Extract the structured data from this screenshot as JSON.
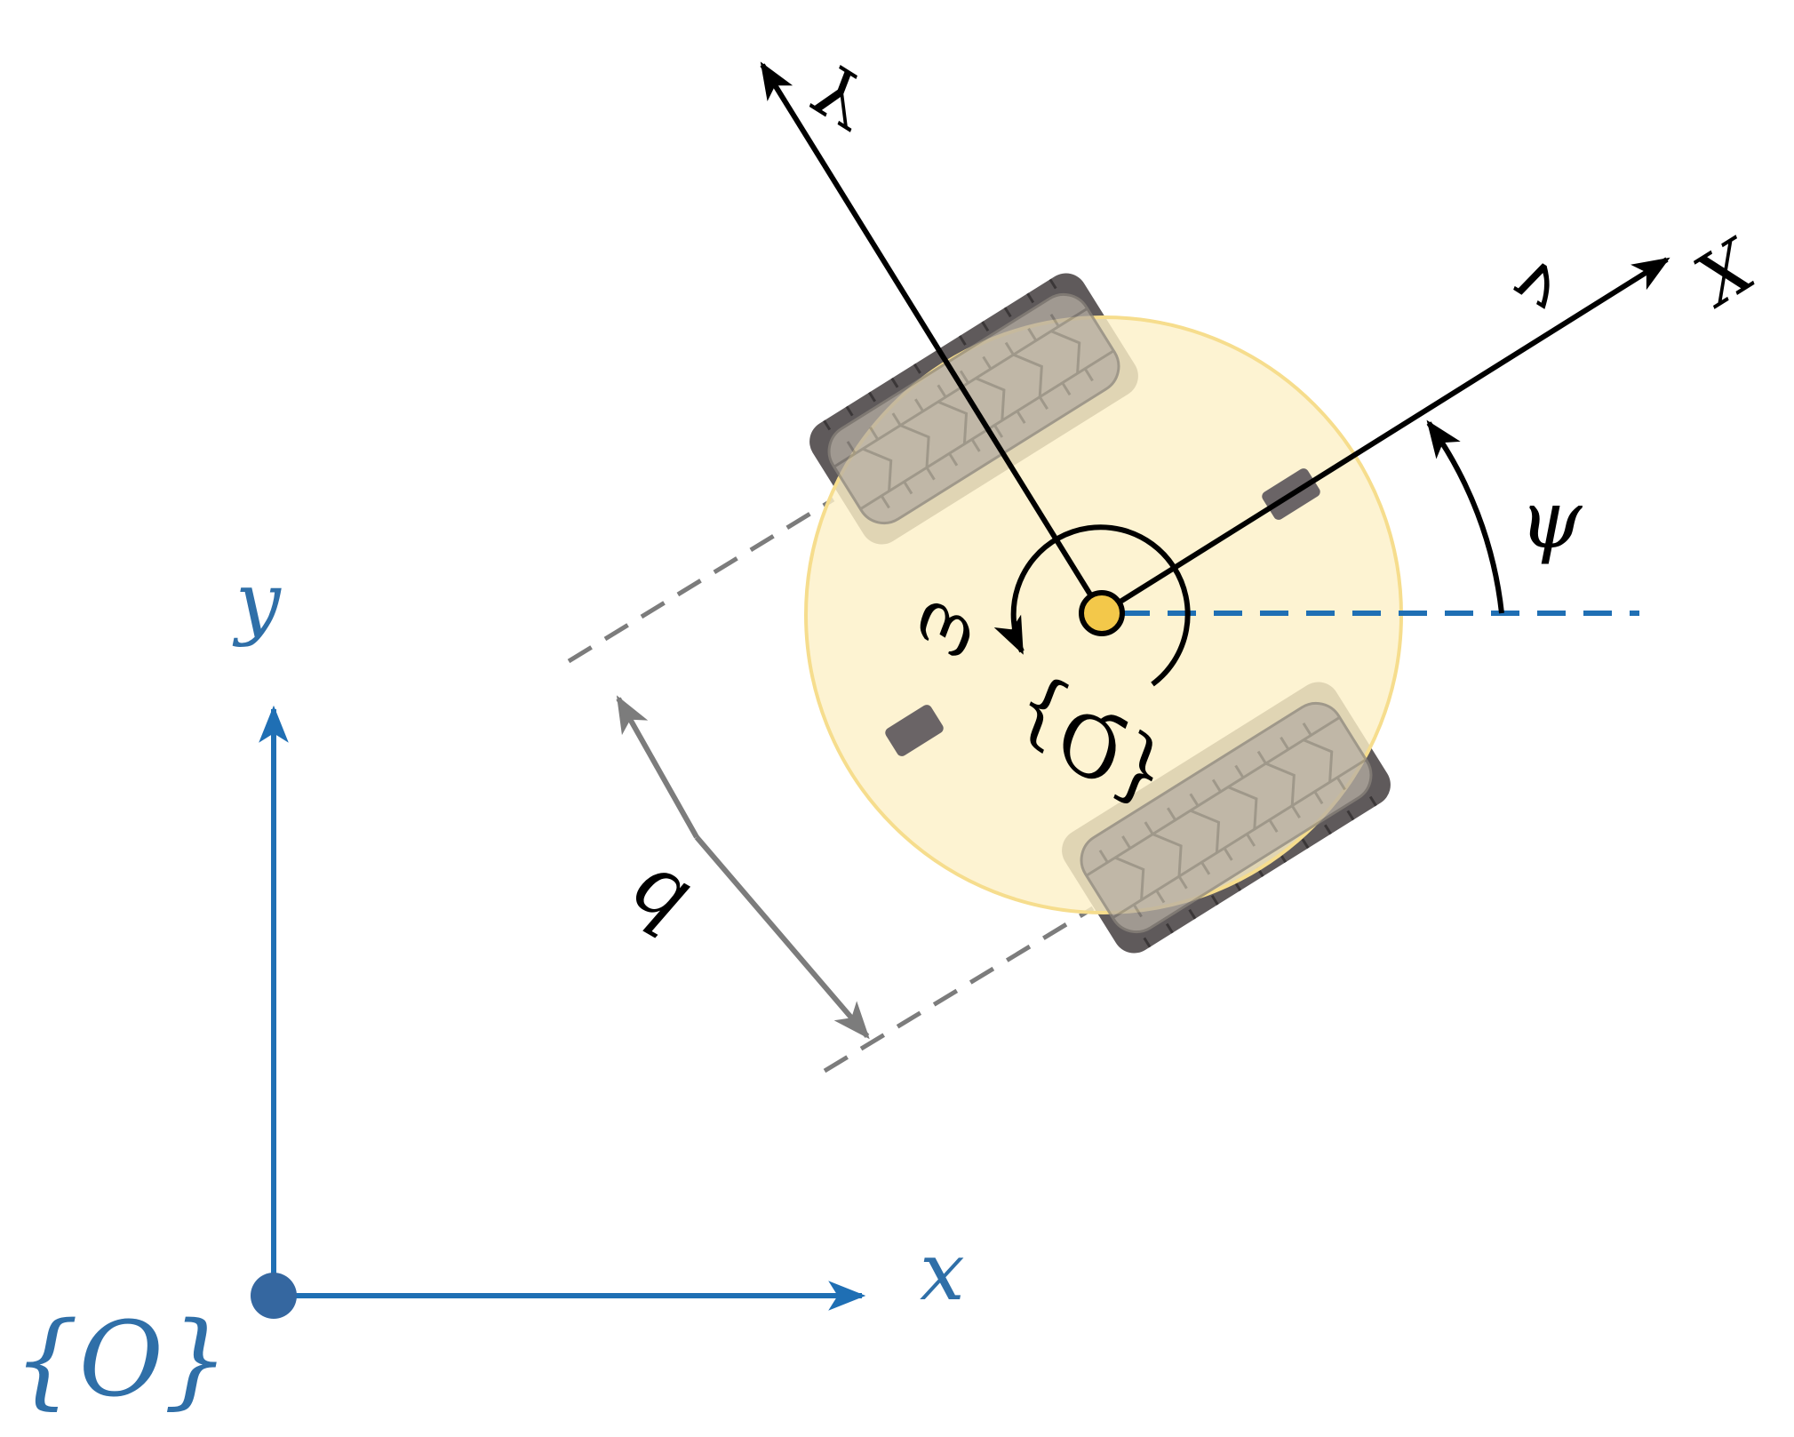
{
  "colors": {
    "world_frame": "#1f6fb4",
    "world_label": "#2f6fa8",
    "origin_dot": "#3567a0",
    "robot_disc_fill": "#fdf0c8",
    "robot_disc_stroke": "#f6dd8d",
    "wheel_outer": "#5f5a5b",
    "wheel_tread": "#b6aea3",
    "dimension": "#7c7c7c",
    "body_frame": "#000000",
    "heading_ref": "#1f6fb4",
    "center_dot": "#f3c84a"
  },
  "icons": {
    "wheel": "tire-icon",
    "caster": "caster-pad-icon"
  },
  "labels": {
    "world_x": "x",
    "world_y": "y",
    "world_origin": "{O}",
    "body_X": "X",
    "body_Y": "Y",
    "body_origin": "{Q}",
    "velocity": "v",
    "angular_velocity": "ω",
    "heading_angle": "ψ",
    "wheel_base": "b"
  }
}
